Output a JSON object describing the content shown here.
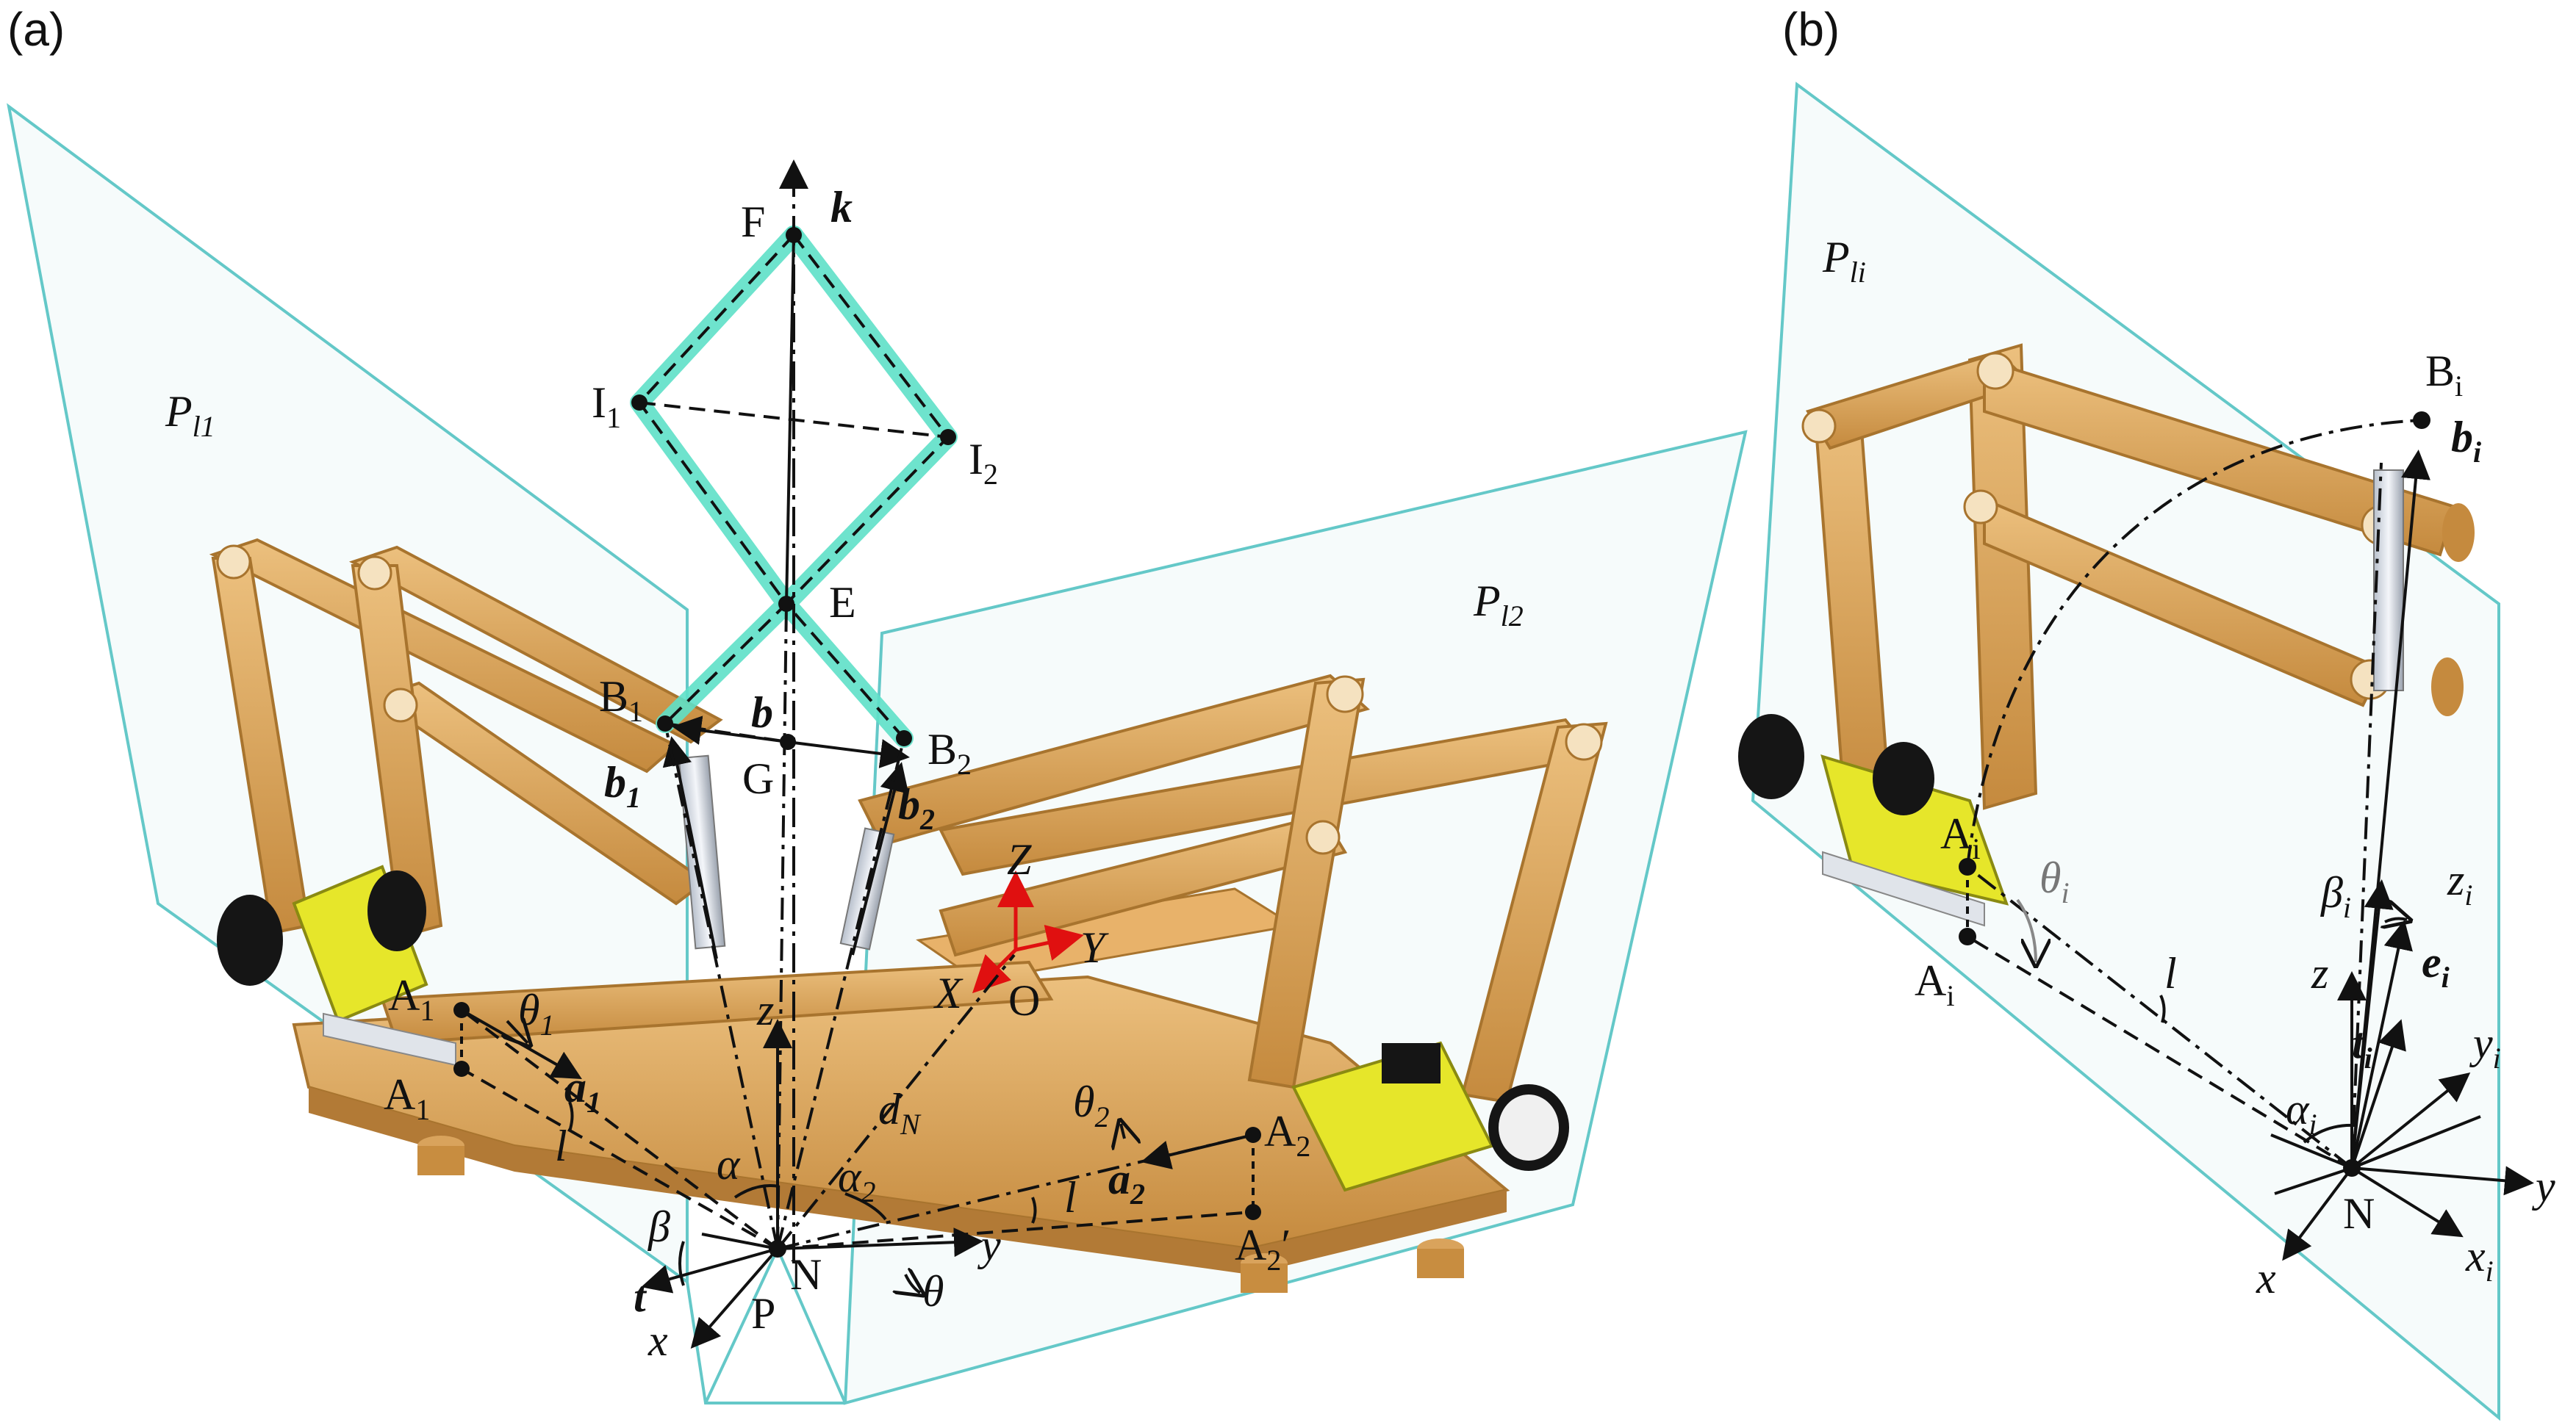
{
  "panels": {
    "a": {
      "label": "(a)"
    },
    "b": {
      "label": "(b)"
    }
  },
  "colors": {
    "plane": "#64c8c8",
    "plane_fill": "#eef8f8",
    "linkage": "#d9a35c",
    "linkage_dark": "#b07a34",
    "yellow_block": "#e6e62a",
    "scissor": "#5ee0c8",
    "red_axis": "#e01010",
    "ink": "#111111"
  },
  "labels_a": {
    "k": "k",
    "F": "F",
    "I1": "I",
    "I1_sub": "1",
    "I2": "I",
    "I2_sub": "2",
    "E": "E",
    "B1": "B",
    "B1_sub": "1",
    "B2": "B",
    "B2_sub": "2",
    "b": "b",
    "G": "G",
    "b1": "b",
    "b1_sub": "1",
    "b2": "b",
    "b2_sub": "2",
    "Pl1": "P",
    "Pl1_sub": "l1",
    "Pl2": "P",
    "Pl2_sub": "l2",
    "Z": "Z",
    "Y": "Y",
    "X": "X",
    "O": "O",
    "A1": "A",
    "A1_sub": "1",
    "A1p": "A",
    "A1p_sub": "1",
    "theta1": "θ",
    "theta1_sub": "1",
    "a1": "a",
    "a1_sub": "1",
    "l1": "l",
    "z": "z",
    "dN": "d",
    "dN_sub": "N",
    "theta2": "θ",
    "theta2_sub": "2",
    "A2": "A",
    "A2_sub": "2",
    "a2": "a",
    "a2_sub": "2",
    "A2p": "A",
    "A2p_sub": "2",
    "A2p_prime": "′",
    "l2": "l",
    "alpha1": "α",
    "alpha2": "α",
    "alpha2_sub": "2",
    "beta": "β",
    "N": "N",
    "P": "P",
    "t": "t",
    "x": "x",
    "y": "y",
    "theta": "θ"
  },
  "labels_b": {
    "Pli": "P",
    "Pli_sub": "li",
    "Bi": "B",
    "Bi_sub": "i",
    "bi": "b",
    "bi_sub": "i",
    "Ai": "A",
    "Ai_sub": "i",
    "Aip": "A",
    "Aip_sub": "i",
    "thetai": "θ",
    "thetai_sub": "i",
    "l": "l",
    "betai": "β",
    "betai_sub": "i",
    "zi": "z",
    "zi_sub": "i",
    "z": "z",
    "ei": "e",
    "ei_sub": "i",
    "ti": "t",
    "ti_sub": "i",
    "yi": "y",
    "yi_sub": "i",
    "alphai": "α",
    "alphai_sub": "i",
    "y": "y",
    "N": "N",
    "x": "x",
    "xi": "x",
    "xi_sub": "i"
  }
}
